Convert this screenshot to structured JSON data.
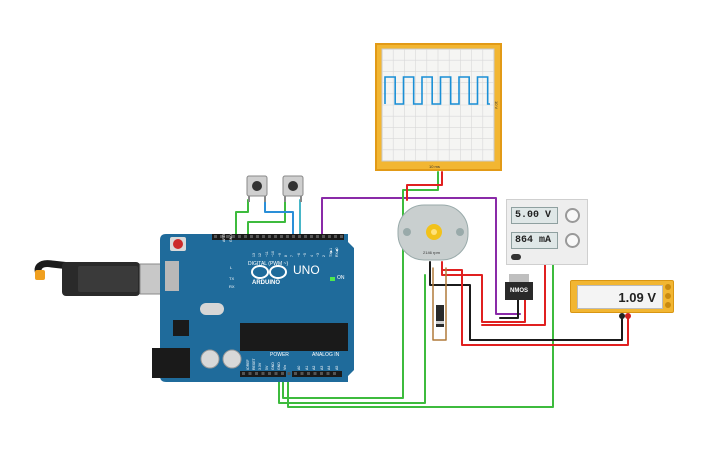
{
  "canvas": {
    "background": "#ffffff"
  },
  "oscilloscope": {
    "volts_label": "10 V",
    "time_label": "10 ms",
    "trace_color": "#1a8fd6"
  },
  "power_supply": {
    "voltage_display": "5.00 V",
    "current_display": "864 mA"
  },
  "multimeter": {
    "reading": "1.09 V"
  },
  "motor": {
    "rpm_label": "2146 rpm"
  },
  "transistor": {
    "label": "NMOS"
  },
  "arduino": {
    "model": "UNO",
    "brand": "ARDUINO",
    "digital_header": "DIGITAL (PWM ~)",
    "power_header": "POWER",
    "analog_header": "ANALOG IN",
    "on_label": "ON",
    "tx_label": "TX",
    "rx_label": "RX",
    "l_label": "L",
    "aref_label": "AREF",
    "gnd_label": "GND",
    "pin_top_labels": [
      "13",
      "12",
      "~11",
      "~10",
      "~9",
      "8",
      "7",
      "~6",
      "~5",
      "4",
      "~3",
      "2",
      "TX▶1",
      "RX◀0"
    ],
    "power_pins": [
      "IOREF",
      "RESET",
      "3.3V",
      "5V",
      "GND",
      "GND",
      "Vin"
    ],
    "analog_pins": [
      "A0",
      "A1",
      "A2",
      "A3",
      "A4",
      "A5"
    ]
  },
  "colors": {
    "wire_red": "#e02020",
    "wire_black": "#1b1b1b",
    "wire_green": "#3dbb3d",
    "wire_purple": "#8a2aa8",
    "wire_blue": "#2a8fd8",
    "wire_teal": "#47b6c8",
    "board_blue": "#1f6b9b",
    "instrument_yellow": "#f2b632"
  }
}
